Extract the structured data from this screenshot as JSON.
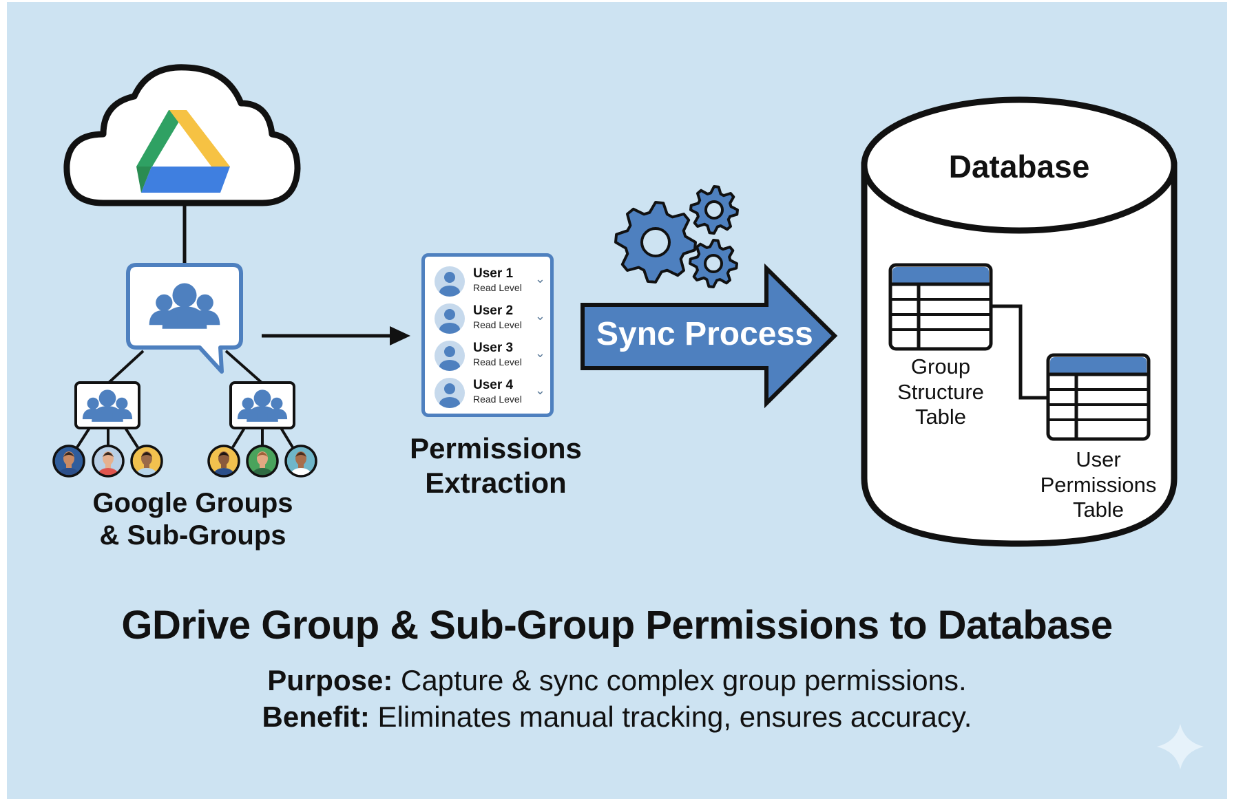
{
  "diagram": {
    "title": "GDrive Group & Sub-Group Permissions to Database",
    "purpose": {
      "label": "Purpose:",
      "text": " Capture & sync complex group permissions."
    },
    "benefit": {
      "label": "Benefit:",
      "text": " Eliminates manual tracking, ensures accuracy."
    },
    "source": {
      "cloud_icon": "cloud-icon",
      "drive_icon": "google-drive-logo",
      "group_icon": "group-icon",
      "label_line1": "Google Groups",
      "label_line2": "& Sub-Groups",
      "subgroups": [
        {
          "members": [
            {
              "shirt": "#2c4f8a",
              "bg": "#2f5d9c",
              "skin": "#c98a63",
              "hair": "#3b2a20"
            },
            {
              "shirt": "#e0554e",
              "bg": "#b9d0e6",
              "skin": "#e6b08e",
              "hair": "#3b2a20"
            },
            {
              "shirt": "#b9d6ea",
              "bg": "#f2c14e",
              "skin": "#9a6a48",
              "hair": "#2a1d15"
            }
          ]
        },
        {
          "members": [
            {
              "shirt": "#2c4f8a",
              "bg": "#f2c14e",
              "skin": "#8a5a3c",
              "hair": "#1f1612"
            },
            {
              "shirt": "#2f6b43",
              "bg": "#4aa35c",
              "skin": "#e2a882",
              "hair": "#a0623a"
            },
            {
              "shirt": "#ffffff",
              "bg": "#6fb6c9",
              "skin": "#a86f4c",
              "hair": "#4a2e1e"
            }
          ]
        }
      ]
    },
    "extraction": {
      "label_line1": "Permissions",
      "label_line2": "Extraction",
      "users": [
        {
          "name": "User 1",
          "level": "Read Level"
        },
        {
          "name": "User 2",
          "level": "Read Level"
        },
        {
          "name": "User 3",
          "level": "Read Level"
        },
        {
          "name": "User 4",
          "level": "Read Level"
        }
      ]
    },
    "sync": {
      "label": "Sync Process",
      "icon": "gears-icon"
    },
    "database": {
      "title": "Database",
      "tables": [
        {
          "line1": "Group",
          "line2": "Structure",
          "line3": "Table"
        },
        {
          "line1": "User",
          "line2": "Permissions",
          "line3": "Table"
        }
      ]
    },
    "colors": {
      "background": "#cde3f2",
      "accent": "#4e80bf",
      "ink": "#111111"
    },
    "watermark_icon": "sparkle-icon"
  }
}
